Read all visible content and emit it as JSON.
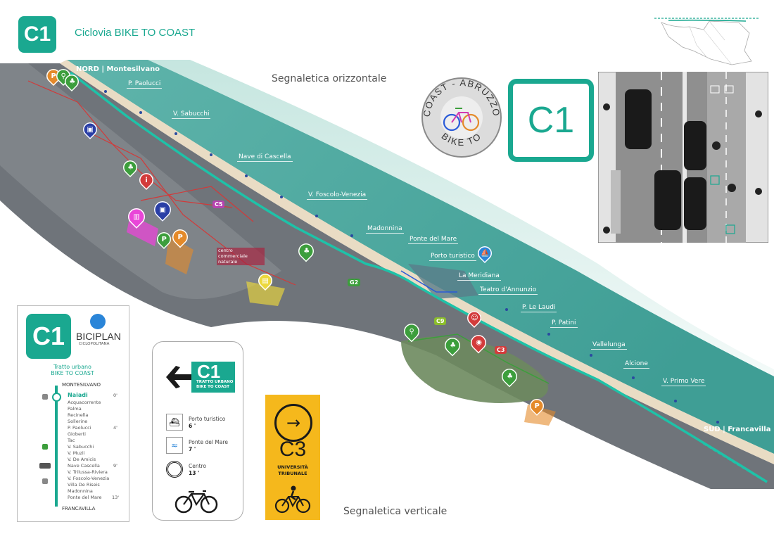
{
  "header": {
    "badge": "C1",
    "title": "Ciclovia BIKE TO COAST"
  },
  "captions": {
    "horizontal": "Segnaletica orizzontale",
    "vertical": "Segnaletica verticale"
  },
  "map": {
    "north_label": "NORD | Montesilvano",
    "south_label": "SUD | Francavilla",
    "streets": [
      "P. Paolucci",
      "V. Sabucchi",
      "Nave di Cascella",
      "V. Foscolo-Venezia",
      "Madonnina",
      "Ponte del Mare",
      "Porto turistico",
      "La Meridiana",
      "Teatro d'Annunzio",
      "P. Le Laudi",
      "P. Patini",
      "Vallelunga",
      "Alcione",
      "V. Primo Vere"
    ],
    "mall": "centro commerciale naturale",
    "checkpoints": [
      "C5",
      "G2",
      "C9",
      "C3"
    ]
  },
  "logo": {
    "ring_top": "COAST - ABRUZZO",
    "ring_bottom": "BIKE TO",
    "sign": "C1"
  },
  "route_sign": {
    "badge": "C1",
    "brand": "BICIPLAN",
    "brand_sub": "CICLOPOLITANA",
    "heading1": "Tratto urbano",
    "heading2": "BIKE TO COAST",
    "start": "MONTESILVANO",
    "end": "FRANCAVILLA",
    "current": "Naiadi",
    "stops": [
      "Acquacorrente",
      "Palma",
      "Recinella",
      "Sollerine",
      "P. Paolucci",
      "Gioberti",
      "Tac",
      "V. Sabucchi",
      "V. Muzii",
      "V. De Amicis",
      "Nave Cascella",
      "V. Trilussa-Riviera",
      "V. Foscolo-Venezia",
      "Villa De Riseis",
      "Madonnina",
      "Ponte del Mare"
    ],
    "times": [
      "0'",
      "4'",
      "9'",
      "13'"
    ]
  },
  "direction_sign": {
    "badge": "C1",
    "sub1": "TRATTO URBANO",
    "sub2": "BIKE TO COAST",
    "destinations": [
      {
        "name": "Porto turistico",
        "time": "6 '"
      },
      {
        "name": "Ponte del Mare",
        "time": "7 '"
      },
      {
        "name": "Centro",
        "time": "13 '"
      }
    ]
  },
  "c3_sign": {
    "code": "C3",
    "line1": "UNIVERSITÀ",
    "line2": "TRIBUNALE"
  }
}
